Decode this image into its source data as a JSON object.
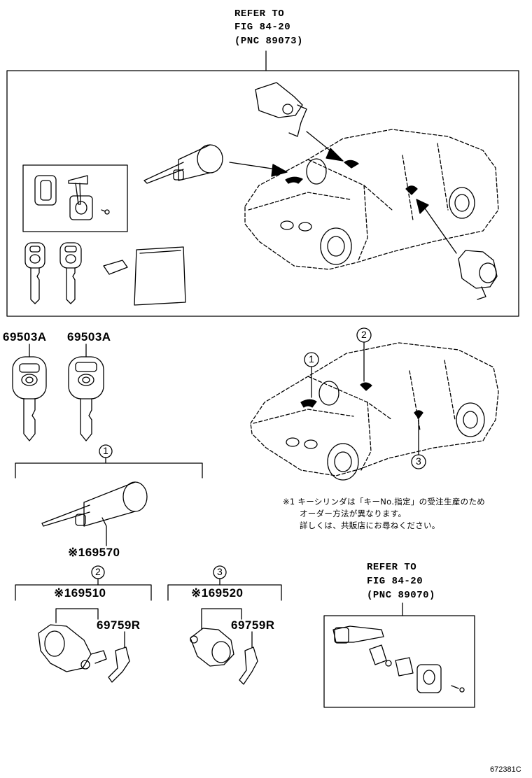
{
  "refer_top": {
    "line1": "REFER TO",
    "line2": "FIG 84-20",
    "line3": "(PNC 89073)"
  },
  "refer_bottom": {
    "line1": "REFER TO",
    "line2": "FIG 84-20",
    "line3": "(PNC 89070)"
  },
  "parts": {
    "key_left": "69503A",
    "key_right": "69503A",
    "cylinder_ignition": "※169570",
    "cylinder_door": "※169510",
    "cylinder_rear": "※169520",
    "clip_door": "69759R",
    "clip_rear": "69759R"
  },
  "callouts": {
    "one": "1",
    "two": "2",
    "three": "3"
  },
  "note": {
    "line1": "※1 キーシリンダは「キーNo.指定」の受注生産のため",
    "line2": "オーダー方法が異なります。",
    "line3": "詳しくは、共販店にお尋ねください。"
  },
  "figure_id": "672381C"
}
